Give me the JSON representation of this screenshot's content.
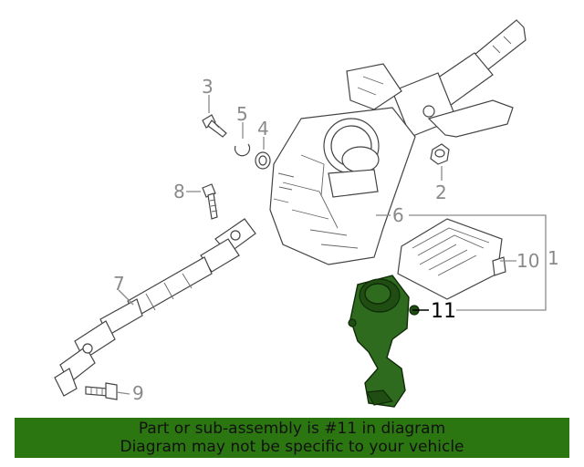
{
  "callouts": {
    "c1": "1",
    "c2": "2",
    "c3": "3",
    "c4": "4",
    "c5": "5",
    "c6": "6",
    "c7": "7",
    "c8": "8",
    "c9": "9",
    "c10": "10",
    "c11": "11"
  },
  "highlight_color": "#2c7612",
  "banner": {
    "line1": "Part or sub-assembly is #11 in diagram",
    "line2": "Diagram may not be specific to your vehicle"
  }
}
